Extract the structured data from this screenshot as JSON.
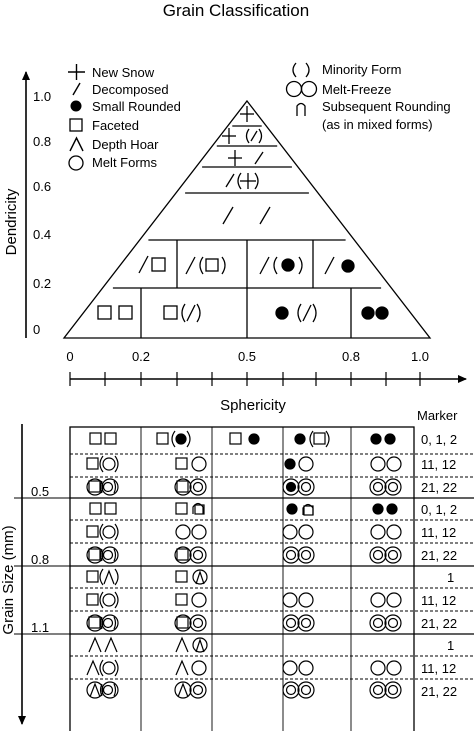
{
  "title": "Grain Classification",
  "dendricity": {
    "axis_label": "Dendricity",
    "ticks": [
      "1.0",
      "0.8",
      "0.6",
      "0.4",
      "0.2",
      "0"
    ]
  },
  "sphericity": {
    "axis_label": "Sphericity",
    "ticks": [
      "0",
      "0.2",
      "0.5",
      "0.8",
      "1.0"
    ]
  },
  "grain_size": {
    "axis_label": "Grain Size (mm)",
    "ticks": [
      "0.5",
      "0.8",
      "1.1"
    ]
  },
  "legend_left": [
    {
      "icon": "plus",
      "label": "New Snow"
    },
    {
      "icon": "slash",
      "label": "Decomposed"
    },
    {
      "icon": "dot",
      "label": "Small Rounded"
    },
    {
      "icon": "square",
      "label": "Faceted"
    },
    {
      "icon": "caret",
      "label": "Depth Hoar"
    },
    {
      "icon": "circle",
      "label": "Melt Forms"
    }
  ],
  "legend_right": [
    {
      "icon": "parens",
      "label": "Minority Form"
    },
    {
      "icon": "double-circle",
      "label": "Melt-Freeze"
    },
    {
      "icon": "arch",
      "label": "Subsequent Rounding"
    },
    {
      "icon": "none",
      "label": "(as in mixed forms)"
    }
  ],
  "marker": {
    "header": "Marker",
    "values": [
      "0, 1, 2",
      "11, 12",
      "21, 22",
      "0, 1, 2",
      "11, 12",
      "21, 22",
      "1",
      "11, 12",
      "21, 22",
      "1",
      "11, 12",
      "21, 22"
    ]
  }
}
